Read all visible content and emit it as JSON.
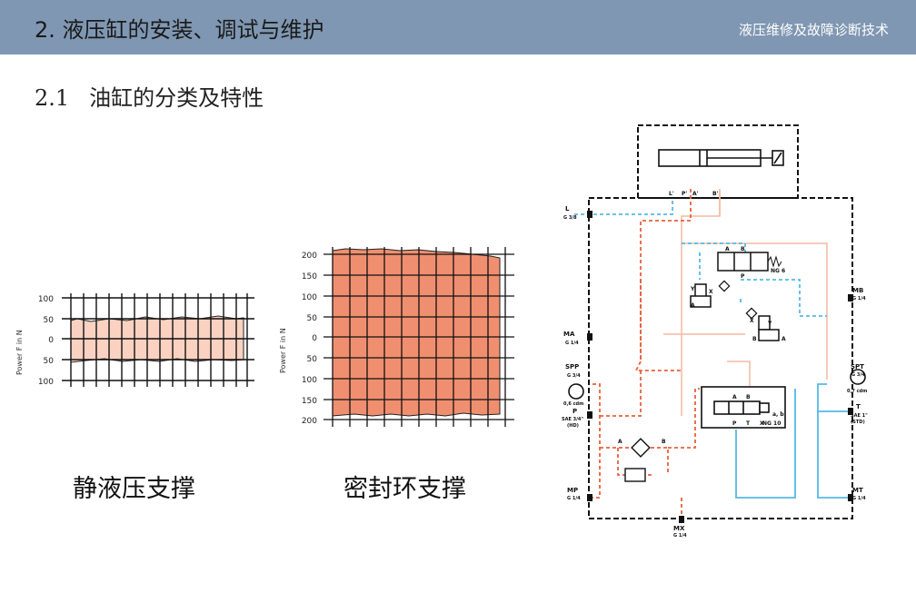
{
  "header": {
    "title": "2. 液压缸的安装、调试与维护",
    "right_text": "液压维修及故障诊断技术"
  },
  "section": {
    "number": "2.1",
    "title": "油缸的分类及特性"
  },
  "chart_data": [
    {
      "type": "area",
      "ylabel": "Power F in N",
      "yticks": [
        "100",
        "50",
        "0",
        "50",
        "100"
      ],
      "band": {
        "upper": 50,
        "lower": -40
      },
      "fill": "#fbd2c2",
      "caption": "静液压支撑"
    },
    {
      "type": "area",
      "ylabel": "Power F in N",
      "yticks": [
        "200",
        "150",
        "100",
        "50",
        "0",
        "50",
        "100",
        "150",
        "200"
      ],
      "band": {
        "upper": 200,
        "lower": -190
      },
      "fill": "#f08f70",
      "caption": "密封环支撑"
    }
  ],
  "schematic": {
    "ports": {
      "L": "L",
      "L_sub": "G 3/8",
      "MA": "MA",
      "MA_sub": "G 1/4",
      "SPP": "SPP",
      "SPP_sub": "G 3/4",
      "SPP_flow": "0,6 cdm",
      "P": "P",
      "P_sub": "SAE 3/4\"",
      "P_sub2": "(HD)",
      "MP": "MP",
      "MP_sub": "G 1/4",
      "MX": "MX",
      "MX_sub": "G 1/4",
      "MB": "MB",
      "MB_sub": "G 1/4",
      "SPT": "SPT",
      "SPT_sub": "G 3/4",
      "SPT_flow": "0,7 cdm",
      "T": "T",
      "T_sub": "SAE 1\"",
      "T_sub2": "(STD)",
      "MT": "MT",
      "MT_sub": "G 1/4"
    },
    "cyl_ports": {
      "L1": "L'",
      "P1": "P'",
      "A1": "A'",
      "B1": "B'"
    },
    "valves": {
      "ng6": "NG 6",
      "ng10": "NG 10",
      "ab": "a, b"
    },
    "labels": {
      "A": "A",
      "B": "B",
      "P": "P",
      "T": "T",
      "X": "X",
      "Y": "Y"
    },
    "colors": {
      "pressure": "#e8603c",
      "tank": "#55b9e6",
      "pilot": "#f3b9a3",
      "frame": "#111111"
    }
  }
}
